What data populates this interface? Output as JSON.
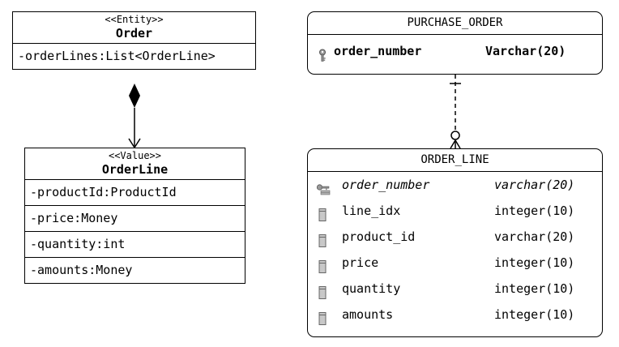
{
  "entity_class": {
    "stereotype": "<<Entity>>",
    "name": "Order",
    "attributes": [
      "-orderLines:List<OrderLine>"
    ]
  },
  "value_class": {
    "stereotype": "<<Value>>",
    "name": "OrderLine",
    "attributes": [
      "-productId:ProductId",
      "-price:Money",
      "-quantity:int",
      "-amounts:Money"
    ]
  },
  "purchase_order_table": {
    "name": "PURCHASE_ORDER",
    "columns": [
      {
        "name": "order_number",
        "type": "Varchar(20)",
        "icon": "primary-key-icon"
      }
    ]
  },
  "order_line_table": {
    "name": "ORDER_LINE",
    "columns": [
      {
        "name": "order_number",
        "type": "varchar(20)",
        "icon": "foreign-key-icon"
      },
      {
        "name": "line_idx",
        "type": "integer(10)",
        "icon": "column-icon"
      },
      {
        "name": "product_id",
        "type": "varchar(20)",
        "icon": "column-icon"
      },
      {
        "name": "price",
        "type": "integer(10)",
        "icon": "column-icon"
      },
      {
        "name": "quantity",
        "type": "integer(10)",
        "icon": "column-icon"
      },
      {
        "name": "amounts",
        "type": "integer(10)",
        "icon": "column-icon"
      }
    ]
  },
  "relations": {
    "uml": "composition",
    "db": "one-to-zero-or-many"
  }
}
